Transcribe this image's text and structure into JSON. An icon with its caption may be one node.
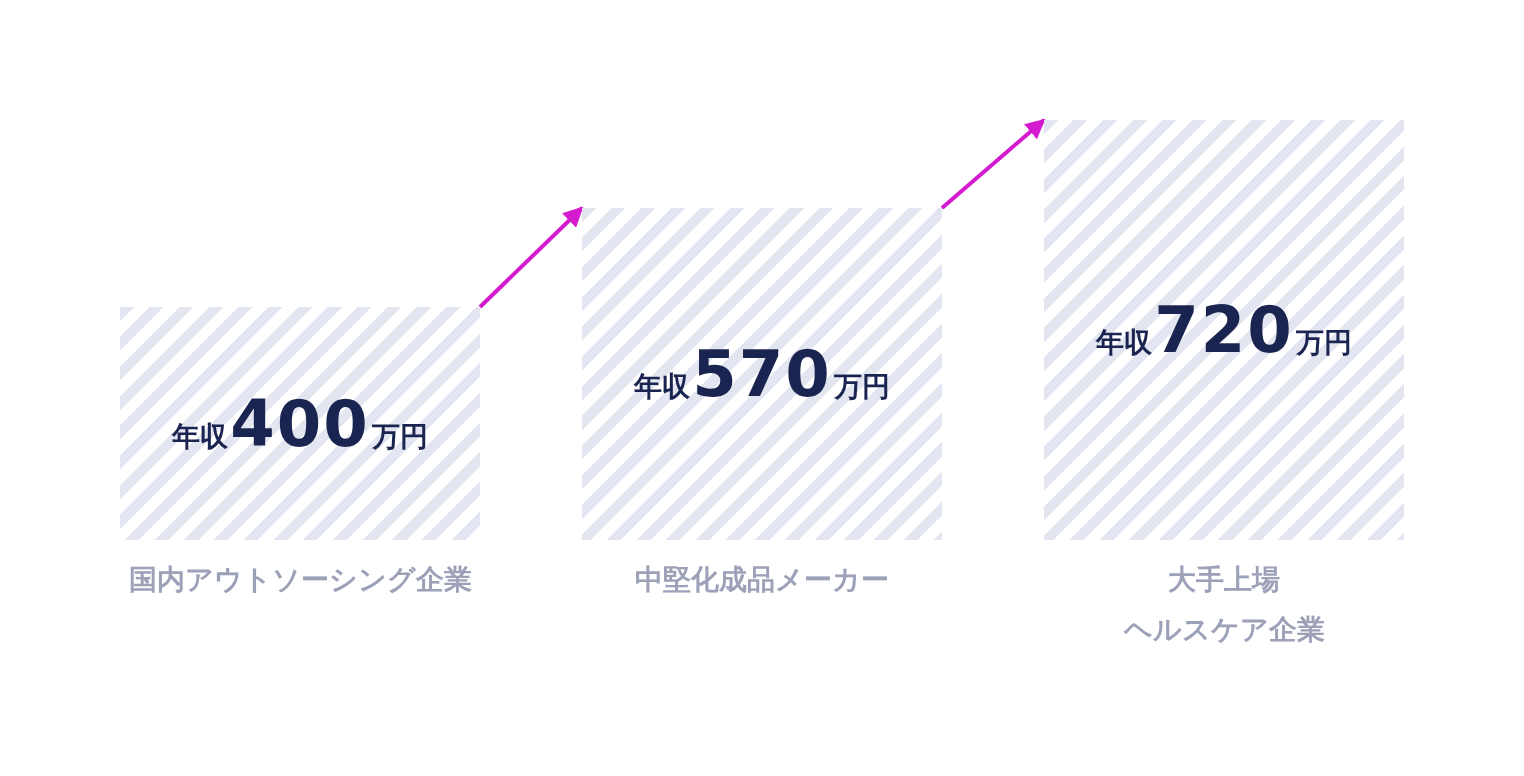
{
  "diagram": {
    "nodes": [
      {
        "text": [
          "年収400万円"
        ],
        "beside": [
          "国内アウトソーシング企業"
        ]
      },
      {
        "text": [
          "年収570万円"
        ],
        "beside": [
          "中堅化成品メーカー"
        ]
      },
      {
        "text": [
          "年収720万円"
        ],
        "beside": [
          "大手上場",
          "ヘルスケア企業"
        ]
      }
    ],
    "edges": [
      {
        "from": 0,
        "to": 1,
        "arrow": "to"
      },
      {
        "from": 1,
        "to": 2,
        "arrow": "to"
      }
    ]
  }
}
